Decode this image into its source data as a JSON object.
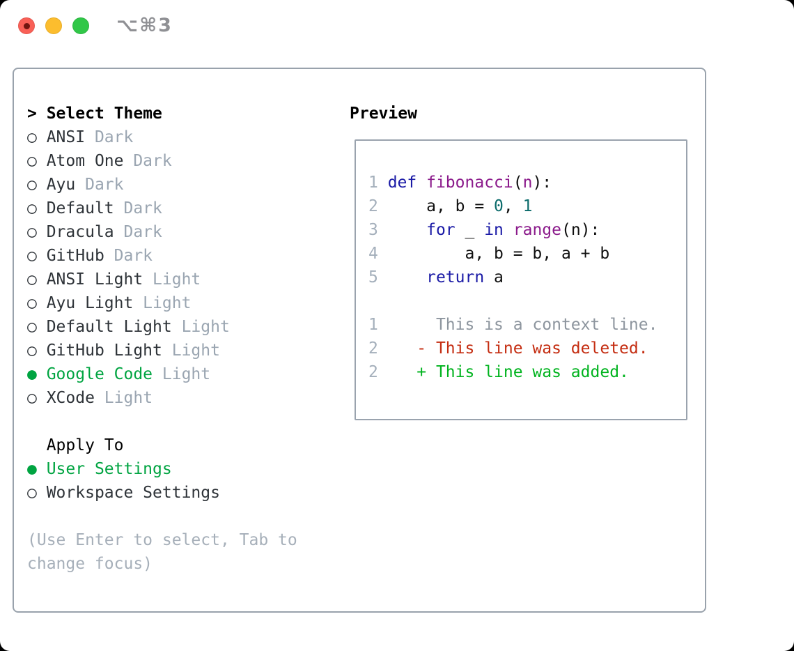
{
  "window": {
    "title": "⌥⌘3",
    "traffic_lights": [
      "close",
      "minimize",
      "zoom"
    ]
  },
  "theme_picker": {
    "header_marker": "> ",
    "header_label": "Select Theme",
    "radio_unselected": "○ ",
    "radio_selected": "● ",
    "items": [
      {
        "name": "ANSI",
        "tag": "Dark",
        "selected": false
      },
      {
        "name": "Atom One",
        "tag": "Dark",
        "selected": false
      },
      {
        "name": "Ayu",
        "tag": "Dark",
        "selected": false
      },
      {
        "name": "Default",
        "tag": "Dark",
        "selected": false
      },
      {
        "name": "Dracula",
        "tag": "Dark",
        "selected": false
      },
      {
        "name": "GitHub",
        "tag": "Dark",
        "selected": false
      },
      {
        "name": "ANSI Light",
        "tag": "Light",
        "selected": false
      },
      {
        "name": "Ayu Light",
        "tag": "Light",
        "selected": false
      },
      {
        "name": "Default Light",
        "tag": "Light",
        "selected": false
      },
      {
        "name": "GitHub Light",
        "tag": "Light",
        "selected": false
      },
      {
        "name": "Google Code",
        "tag": "Light",
        "selected": true
      },
      {
        "name": "XCode",
        "tag": "Light",
        "selected": false
      }
    ]
  },
  "apply_to": {
    "label": "Apply To",
    "options": [
      {
        "name": "User Settings",
        "selected": true
      },
      {
        "name": "Workspace Settings",
        "selected": false
      }
    ]
  },
  "help_text": "(Use Enter to select, Tab to change focus)",
  "preview": {
    "label": "Preview",
    "lines": [
      [
        [
          "ln",
          "1 "
        ],
        [
          "kw",
          "def"
        ],
        [
          "pl",
          " "
        ],
        [
          "fn",
          "fibonacci"
        ],
        [
          "pl",
          "("
        ],
        [
          "fn",
          "n"
        ],
        [
          "pl",
          "):"
        ]
      ],
      [
        [
          "ln",
          "2 "
        ],
        [
          "pl",
          "    a, b = "
        ],
        [
          "nu",
          "0"
        ],
        [
          "pl",
          ", "
        ],
        [
          "nu",
          "1"
        ]
      ],
      [
        [
          "ln",
          "3 "
        ],
        [
          "pl",
          "    "
        ],
        [
          "kw",
          "for"
        ],
        [
          "pl",
          " _ "
        ],
        [
          "kw",
          "in"
        ],
        [
          "pl",
          " "
        ],
        [
          "fn",
          "range"
        ],
        [
          "pl",
          "(n):"
        ]
      ],
      [
        [
          "ln",
          "4 "
        ],
        [
          "pl",
          "        a, b = b, a + b"
        ]
      ],
      [
        [
          "ln",
          "5 "
        ],
        [
          "pl",
          "    "
        ],
        [
          "kw",
          "return"
        ],
        [
          "pl",
          " a"
        ]
      ],
      [],
      [
        [
          "ln",
          "1 "
        ],
        [
          "ctx",
          "     This is a context line."
        ]
      ],
      [
        [
          "ln",
          "2 "
        ],
        [
          "del",
          "   - This line was deleted."
        ]
      ],
      [
        [
          "ln",
          "2 "
        ],
        [
          "add",
          "   + This line was added."
        ]
      ]
    ]
  },
  "colors": {
    "page-bg": "#000000",
    "window-bg": "#ffffff",
    "title": "#8f9094",
    "tl-red": "#f96057",
    "tl-red-dot": "#71150f",
    "tl-yellow": "#fcbd2e",
    "tl-green": "#31c748",
    "panel-border": "#99a2ac",
    "box-border": "#9aa3ae",
    "heading": "#000000",
    "name": "#2e3338",
    "tag": "#9aa5b1",
    "sel": "#00a441",
    "help": "#a6afb9",
    "kw": "#1a1aa6",
    "fn": "#8b1a8b",
    "nu": "#0b6b6b",
    "pl": "#101010",
    "ln": "#a4afbb",
    "ctx": "#8d959e",
    "del": "#c42c10",
    "add": "#00b31e"
  }
}
